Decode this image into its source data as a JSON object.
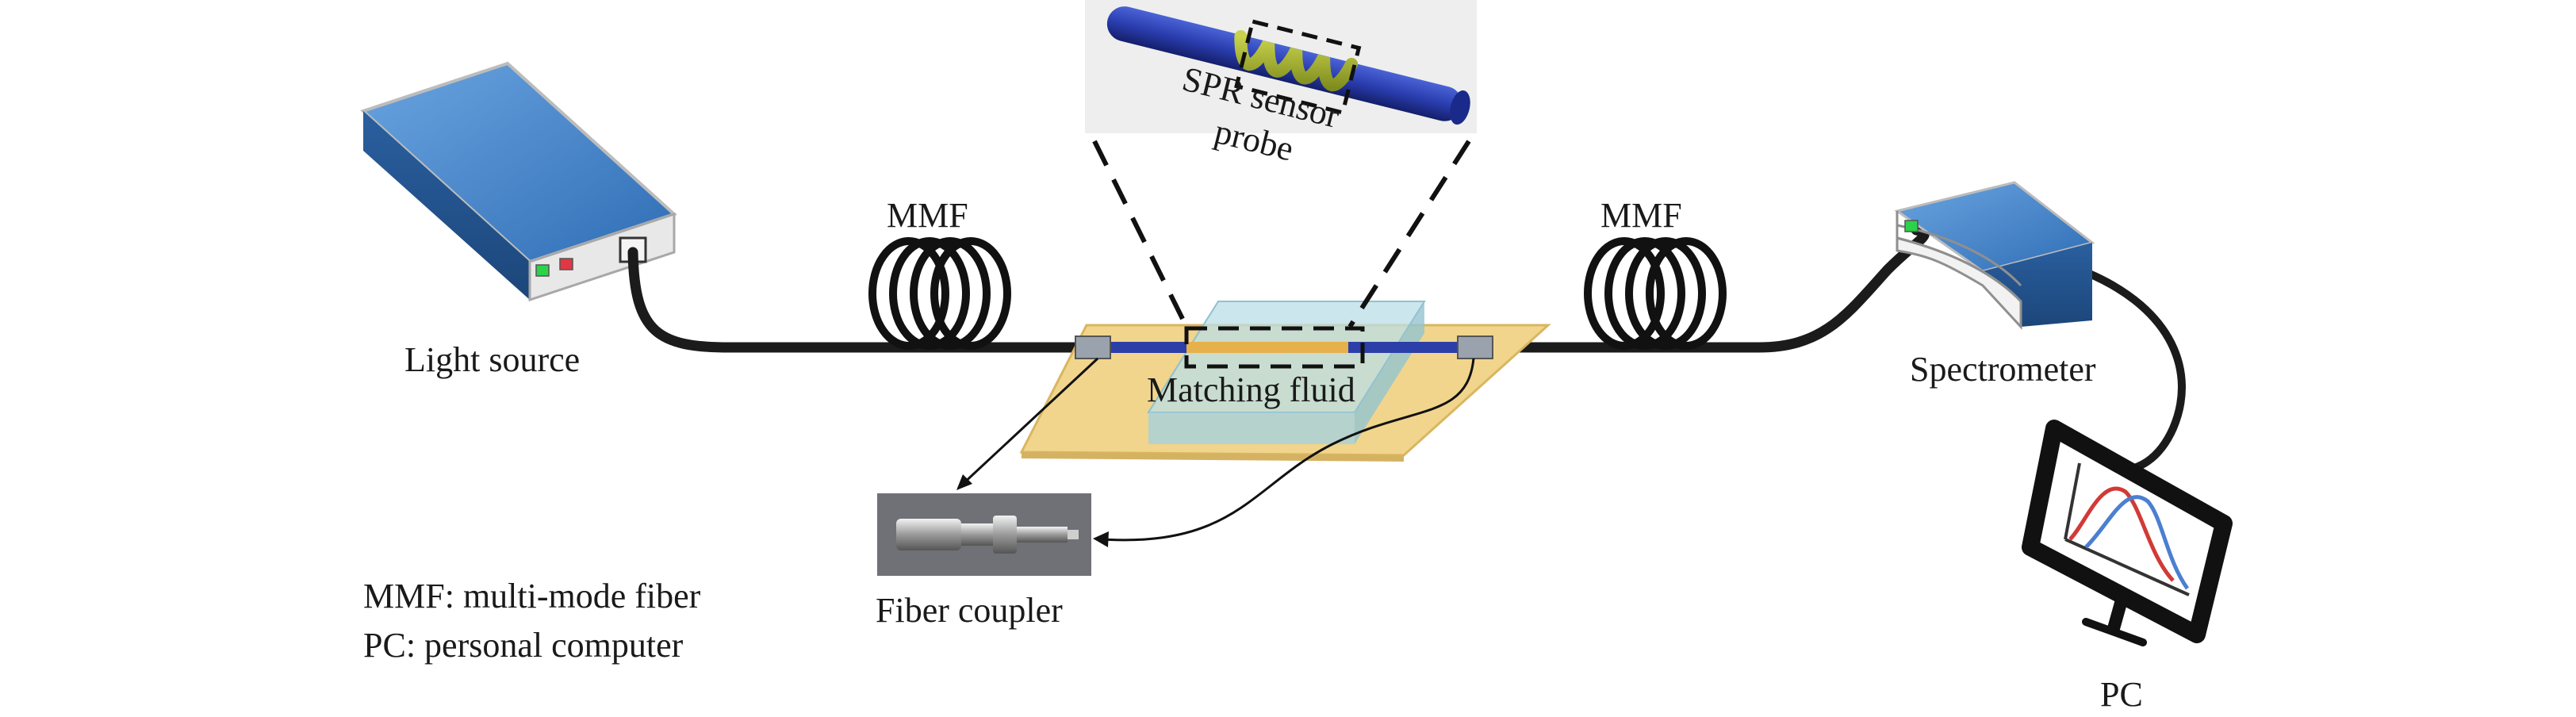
{
  "labels": {
    "light_source": "Light source",
    "mmf_left": "MMF",
    "mmf_right": "MMF",
    "spr_line1": "SPR sensor",
    "spr_line2": "probe",
    "matching_fluid": "Matching fluid",
    "spectrometer": "Spectrometer",
    "fiber_coupler": "Fiber coupler",
    "pc": "PC"
  },
  "legend": {
    "line1": "MMF: multi-mode fiber",
    "line2": "PC: personal computer"
  },
  "colors": {
    "fiber": "#1b1b1b",
    "probe_fiber": "#2c3ea8",
    "gold_coating": "#e6b04a",
    "matching_fluid": "#b9dde6",
    "platform": "#f1d58c",
    "light_source_body": "#3f7ec7",
    "spectrometer_body": "#3f7ec7",
    "spectrum_red": "#d23a35",
    "spectrum_blue": "#4b7fd0"
  }
}
